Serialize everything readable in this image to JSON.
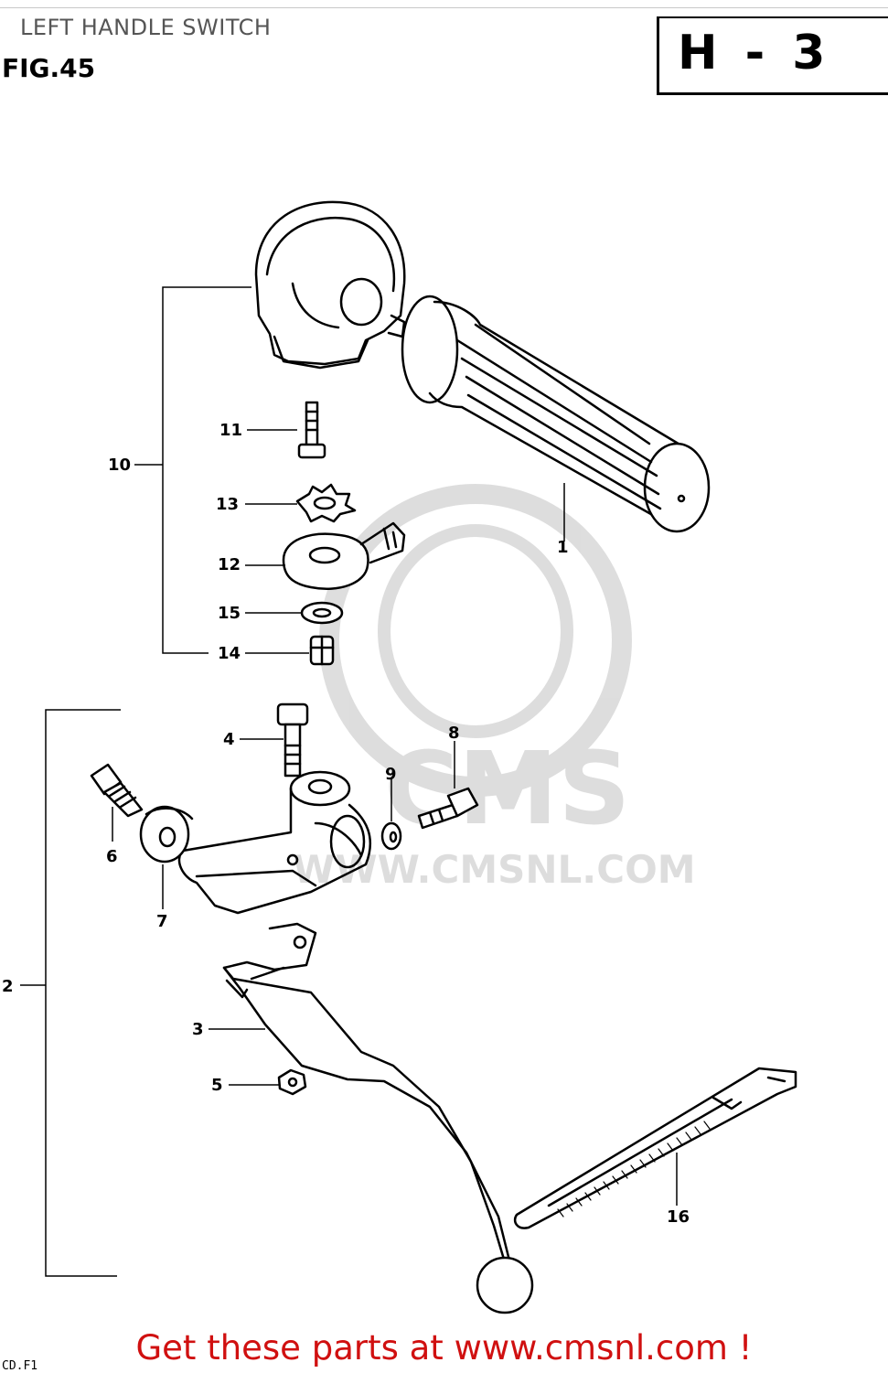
{
  "header": {
    "title": "LEFT HANDLE SWITCH",
    "figure": "FIG.45",
    "page_code": "H - 3"
  },
  "watermark": {
    "logo_text": "CMS",
    "url_text": "WWW.CMSNL.COM"
  },
  "callouts": [
    "1",
    "2",
    "3",
    "4",
    "5",
    "6",
    "7",
    "8",
    "9",
    "10",
    "11",
    "12",
    "13",
    "14",
    "15",
    "16"
  ],
  "footer": {
    "text": "Get these parts at www.cmsnl.com !"
  },
  "corner_label": "CD.F1"
}
